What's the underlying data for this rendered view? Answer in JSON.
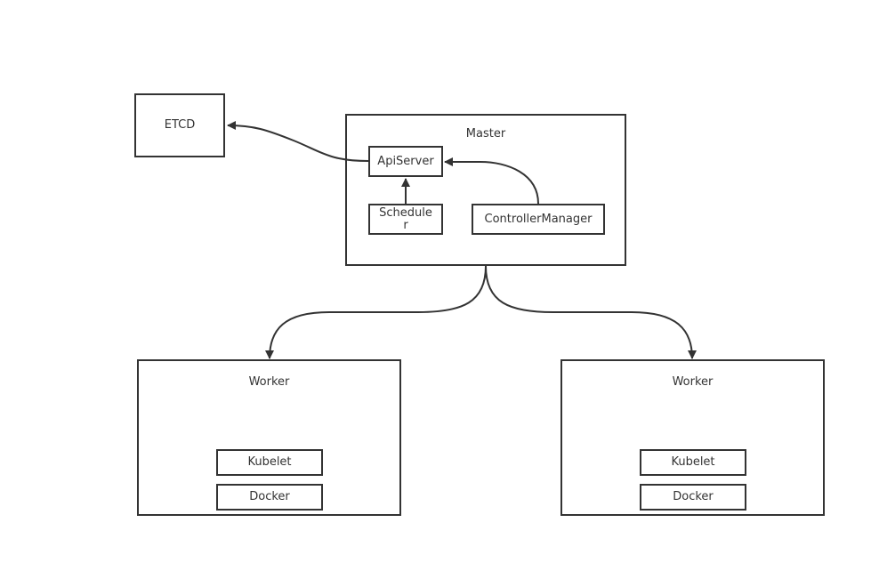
{
  "diagram": {
    "nodes": {
      "etcd": "ETCD",
      "master": "Master",
      "apiserver": "ApiServer",
      "scheduler": "Scheduler",
      "controller_manager": "ControllerManager",
      "worker1": {
        "title": "Worker",
        "kubelet": "Kubelet",
        "docker": "Docker"
      },
      "worker2": {
        "title": "Worker",
        "kubelet": "Kubelet",
        "docker": "Docker"
      }
    },
    "edges": [
      {
        "from": "ApiServer",
        "to": "ETCD"
      },
      {
        "from": "Scheduler",
        "to": "ApiServer"
      },
      {
        "from": "ControllerManager",
        "to": "ApiServer"
      },
      {
        "from": "Master",
        "to": "Worker (left)"
      },
      {
        "from": "Master",
        "to": "Worker (right)"
      }
    ],
    "colors": {
      "stroke": "#333333",
      "background": "#ffffff"
    }
  }
}
